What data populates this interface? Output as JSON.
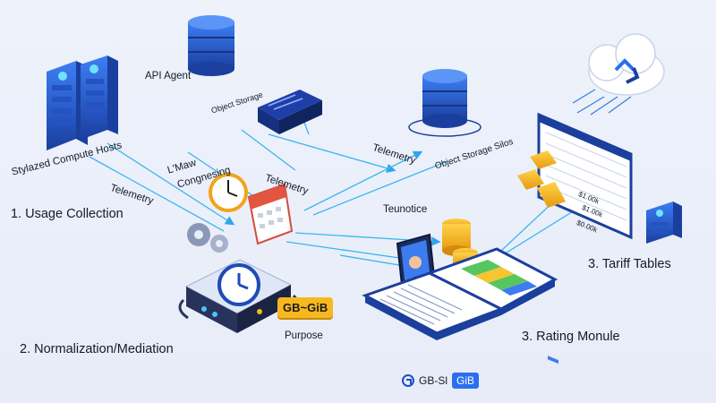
{
  "labels": {
    "api_agent": "API  Agent",
    "object_storage_small": "Object Storage",
    "compute_hosts": "Stylazed Compute Hosts",
    "lmaw": "L'Maw",
    "congnesing": "Congnesing",
    "telemetry_left": "Telemetry",
    "telemetry_mid": "Telemetry",
    "telemetry_right": "Telemetry",
    "object_storage_silos": "Object Storage Silos",
    "teunotice": "Teunotice",
    "purpose": "Purpose"
  },
  "steps": {
    "step1": "1. Usage Collection",
    "step2": "2. Normalization/Mediation",
    "step3_rating": "3. Rating Monule",
    "step3_tariff": "3. Tariff Tables"
  },
  "badges": {
    "gb_gib": "GB~GiB",
    "gb_si": "GB-Sl",
    "gib": "GiB"
  },
  "tariff_values": [
    "$1.00k",
    "$1.00k",
    "$0.00k"
  ],
  "colors": {
    "accent_blue": "#2b6ff0",
    "dark_blue": "#1b3f9c",
    "cyan_line": "#39b6ee",
    "yellow": "#f6b81f"
  }
}
